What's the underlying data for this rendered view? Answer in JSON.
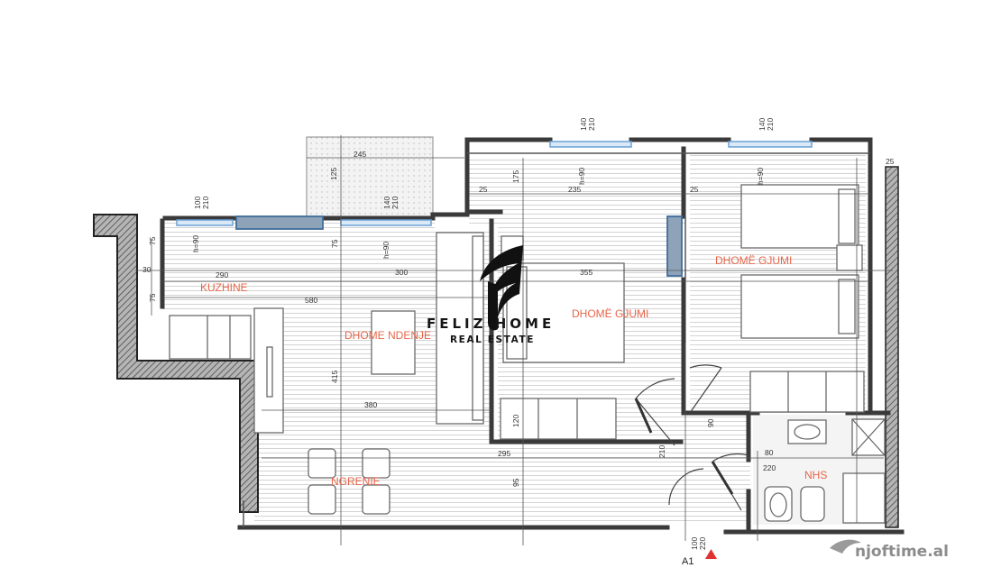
{
  "rooms": {
    "kitchen": "KUZHINE",
    "living": "DHOME NDENJE",
    "bedroom_center": "DHOMË GJUMI",
    "bedroom_right": "DHOMË GJUMI",
    "dining": "NGRENIE",
    "bath": "NHS"
  },
  "dimensions": {
    "d245": "245",
    "d125": "125",
    "d175": "175",
    "d235": "235",
    "d25a": "25",
    "d25b": "25",
    "d25c": "25",
    "d30": "30",
    "d75a": "75",
    "d75b": "75",
    "d75c": "75",
    "d290": "290",
    "d580": "580",
    "d300": "300",
    "d415": "415",
    "d380": "380",
    "d355": "355",
    "d95": "95",
    "d295": "295",
    "d120": "120",
    "d80": "80",
    "d220": "220",
    "d90": "90",
    "d210": "210",
    "w1": "100\n210",
    "w2": "140\n210",
    "w3": "140\n210",
    "w4": "140\n210",
    "d_door1": "100\n220",
    "h1": "h=90",
    "h2": "h=90",
    "h3": "h=90",
    "h4": "h=90"
  },
  "brand": {
    "name": "FELIZ HOME",
    "subtitle": "REAL ESTATE"
  },
  "section_marker": "A1",
  "watermark": "njoftime.al",
  "colors": {
    "wall": "#3a3a3a",
    "hatch": "#9a9a9a",
    "floor_lines": "#c4c4c4",
    "window": "#6aa1d6",
    "room_label": "#e8664a",
    "marker": "#e03030"
  }
}
